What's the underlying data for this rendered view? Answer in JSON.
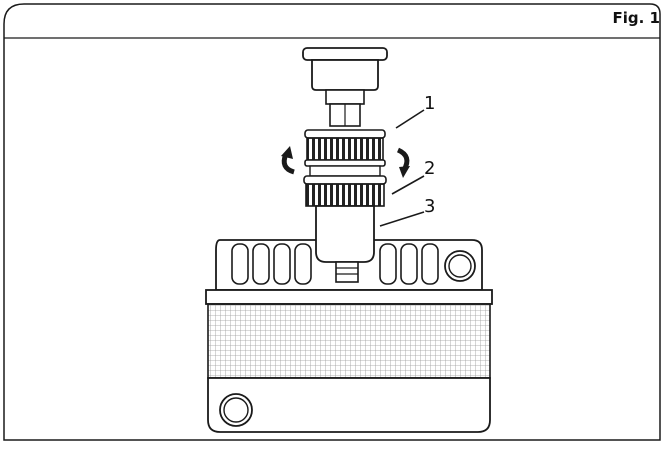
{
  "figure": {
    "label": "Fig. 1",
    "callouts": [
      "1",
      "2",
      "3"
    ]
  },
  "colors": {
    "line": "#1a1a1a",
    "fill": "#ffffff",
    "grid": "#9a9a9a",
    "shade": "#2a2a2a"
  }
}
